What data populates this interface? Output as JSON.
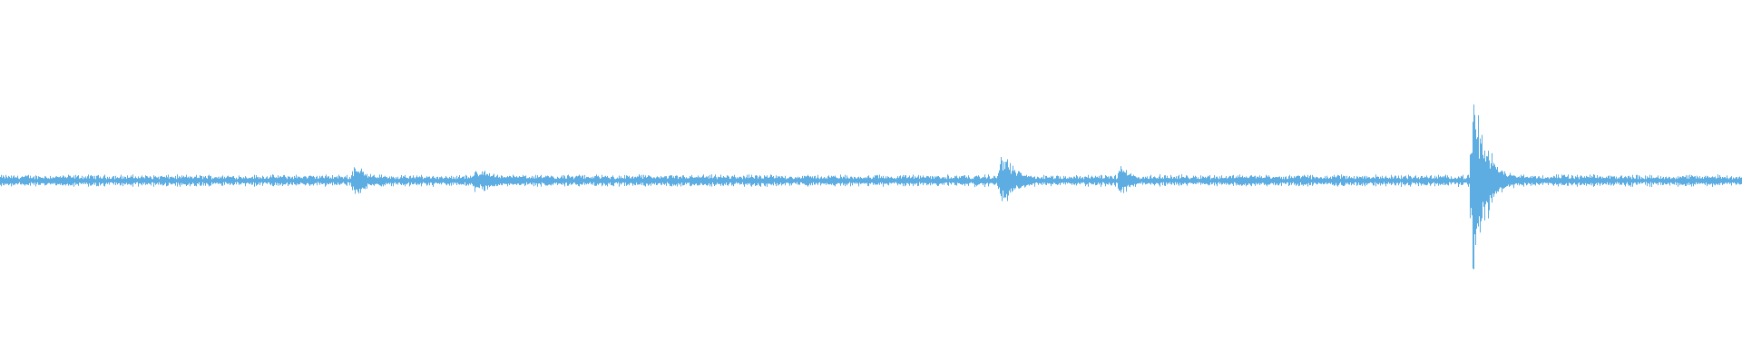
{
  "waveform": {
    "color": "#5dade2",
    "baseline_noise_amplitude": 0.03,
    "transients": [
      {
        "time_fraction": 0.203,
        "peak_amplitude": 0.12,
        "decay": "medium"
      },
      {
        "time_fraction": 0.272,
        "peak_amplitude": 0.08,
        "decay": "long"
      },
      {
        "time_fraction": 0.574,
        "peak_amplitude": 0.2,
        "decay": "medium"
      },
      {
        "time_fraction": 0.643,
        "peak_amplitude": 0.14,
        "decay": "short"
      },
      {
        "time_fraction": 0.71,
        "peak_amplitude": 0.04,
        "decay": "long"
      },
      {
        "time_fraction": 0.845,
        "peak_amplitude": 0.58,
        "decay": "medium"
      }
    ]
  }
}
